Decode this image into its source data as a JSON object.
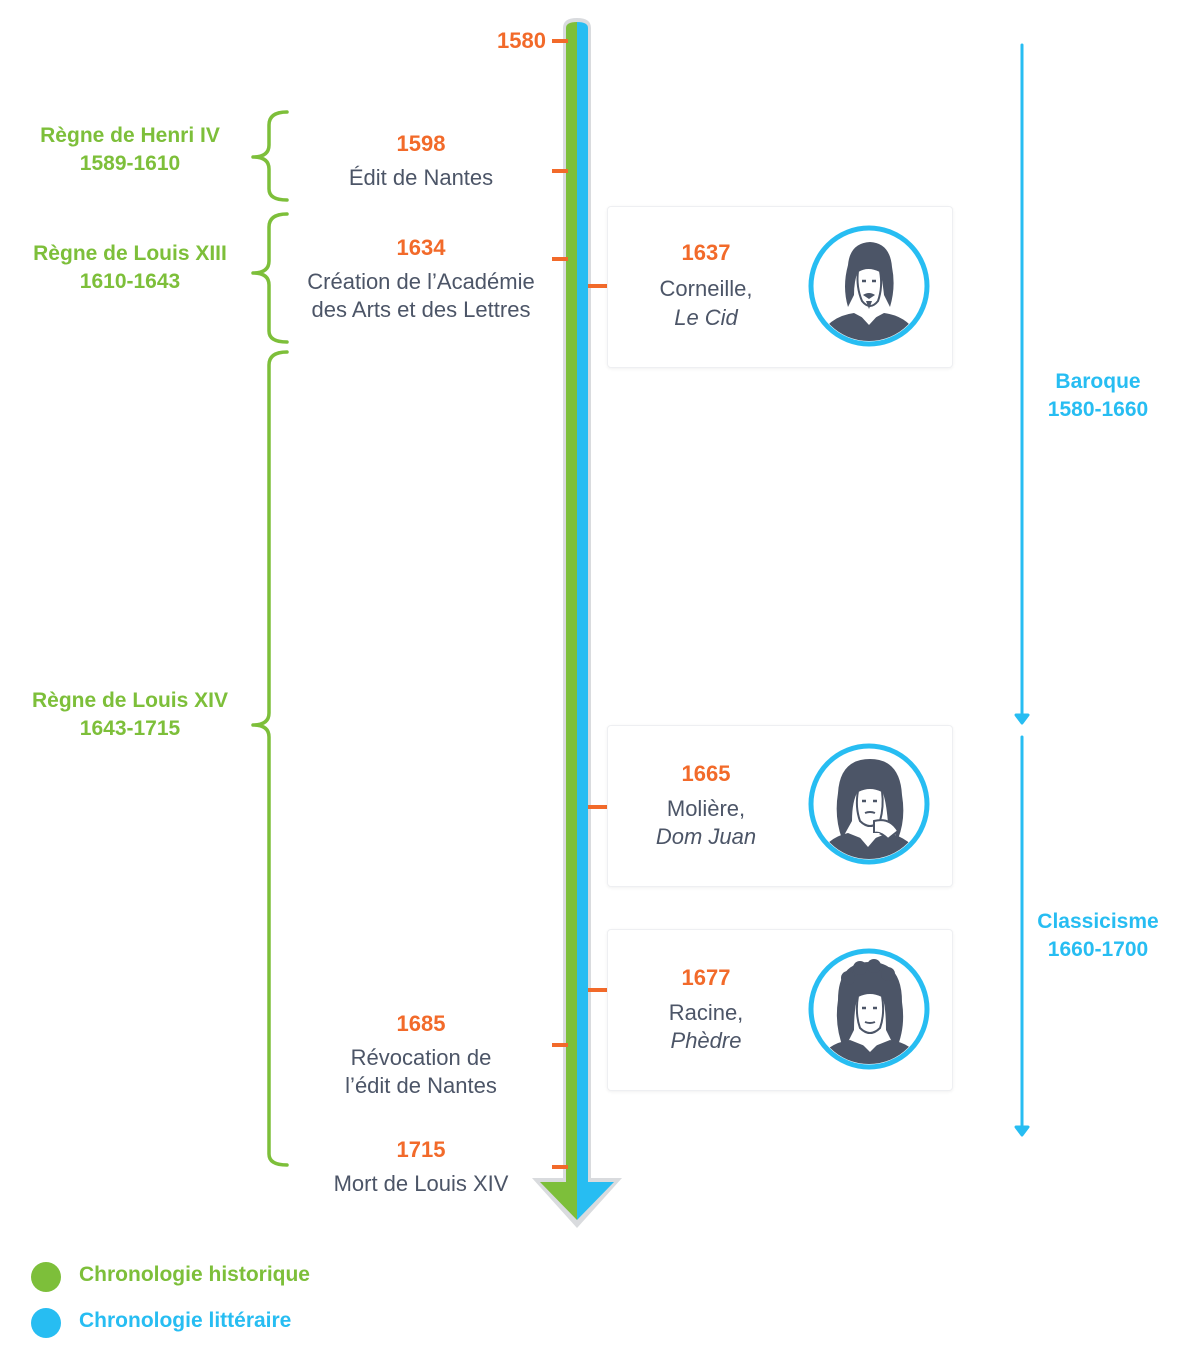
{
  "colors": {
    "historical": "#7dbf3a",
    "literary": "#27bdf2",
    "year": "#f26a2a",
    "text": "#4c5567"
  },
  "start_year": "1580",
  "reigns": [
    {
      "name": "Règne de Henri IV",
      "years": "1589-1610"
    },
    {
      "name": "Règne de Louis XIII",
      "years": "1610-1643"
    },
    {
      "name": "Règne de Louis XIV",
      "years": "1643-1715"
    }
  ],
  "historical_events": [
    {
      "year": "1598",
      "lines": [
        "Édit de Nantes"
      ]
    },
    {
      "year": "1634",
      "lines": [
        "Création de l’Académie",
        "des Arts et des Lettres"
      ]
    },
    {
      "year": "1685",
      "lines": [
        "Révocation de",
        "l’édit de Nantes"
      ]
    },
    {
      "year": "1715",
      "lines": [
        "Mort de Louis XIV"
      ]
    }
  ],
  "literary_events": [
    {
      "year": "1637",
      "author": "Corneille,",
      "work": "Le Cid",
      "portrait": "corneille-portrait"
    },
    {
      "year": "1665",
      "author": "Molière,",
      "work": "Dom Juan",
      "portrait": "moliere-portrait"
    },
    {
      "year": "1677",
      "author": "Racine,",
      "work": "Phèdre",
      "portrait": "racine-portrait"
    }
  ],
  "periods": [
    {
      "name": "Baroque",
      "years": "1580-1660"
    },
    {
      "name": "Classicisme",
      "years": "1660-1700"
    }
  ],
  "legend": [
    {
      "label": "Chronologie historique"
    },
    {
      "label": "Chronologie littéraire"
    }
  ]
}
